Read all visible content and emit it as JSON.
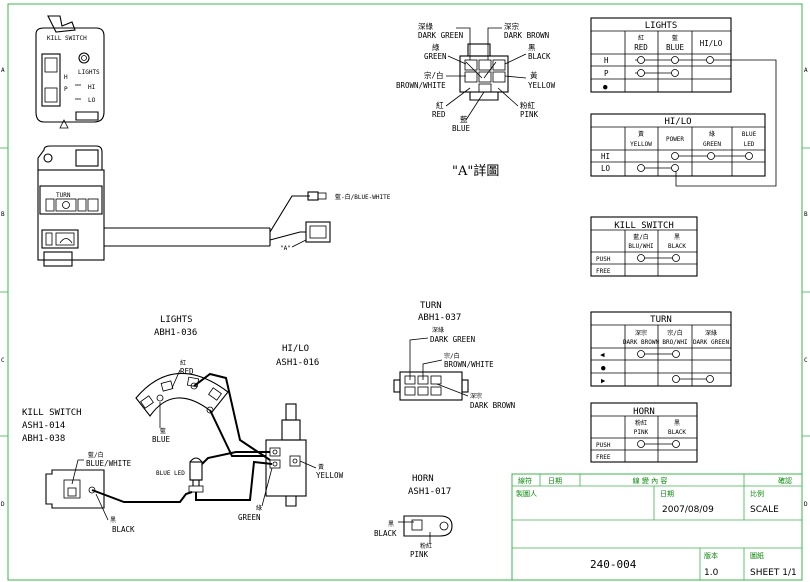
{
  "frame": {
    "left_markers": [
      "A",
      "B",
      "C",
      "D"
    ],
    "right_markers": [
      "A",
      "B",
      "C",
      "D"
    ]
  },
  "labels": {
    "kill_switch_top": "KILL SWITCH",
    "lights_side": "LIGHTS",
    "h": "H",
    "p": "P",
    "hi": "HI",
    "lo": "LO",
    "turn_top": "TURN",
    "blue_white_cn": "藍-白/BLUE-WHITE",
    "a_mark": "\"A\"",
    "a_detail": "\"A\"詳圖"
  },
  "connector_a": {
    "dark_green_cn": "深綠",
    "dark_green": "DARK GREEN",
    "dark_brown_cn": "深宗",
    "dark_brown": "DARK BROWN",
    "green_cn": "綠",
    "green": "GREEN",
    "black_cn": "黑",
    "black": "BLACK",
    "brown_white_cn": "宗/白",
    "brown_white": "BROWN/WHITE",
    "yellow_cn": "黃",
    "yellow": "YELLOW",
    "red_cn": "紅",
    "red": "RED",
    "pink_cn": "粉紅",
    "pink": "PINK",
    "blue_cn": "藍",
    "blue": "BLUE"
  },
  "tables": {
    "lights": {
      "title": "LIGHTS",
      "columns": [
        {
          "cn": "紅",
          "en": "RED"
        },
        {
          "cn": "藍",
          "en": "BLUE"
        },
        {
          "cn": "",
          "en": "HI/LO"
        }
      ],
      "rows": [
        "H",
        "P",
        "●"
      ]
    },
    "hilo": {
      "title": "HI/LO",
      "columns": [
        {
          "cn": "黃",
          "en": "YELLOW"
        },
        {
          "cn": "",
          "en": "POWER"
        },
        {
          "cn": "綠",
          "en": "GREEN"
        },
        {
          "cn": "BLUE",
          "en": "LED"
        }
      ],
      "rows": [
        "HI",
        "LO"
      ]
    },
    "kill": {
      "title": "KILL SWITCH",
      "columns": [
        {
          "cn": "藍/白",
          "en": "BLU/WHI"
        },
        {
          "cn": "黑",
          "en": "BLACK"
        }
      ],
      "rows": [
        "PUSH",
        "FREE"
      ]
    },
    "turn": {
      "title": "TURN",
      "columns": [
        {
          "cn": "深宗",
          "en": "DARK BROWN"
        },
        {
          "cn": "宗/白",
          "en": "BRO/WHI"
        },
        {
          "cn": "深綠",
          "en": "DARK GREEN"
        }
      ],
      "rows": [
        "◀",
        "●",
        "▶"
      ]
    },
    "horn": {
      "title": "HORN",
      "columns": [
        {
          "cn": "粉紅",
          "en": "PINK"
        },
        {
          "cn": "黑",
          "en": "BLACK"
        }
      ],
      "rows": [
        "PUSH",
        "FREE"
      ]
    }
  },
  "schematic": {
    "lights_title": "LIGHTS",
    "lights_code": "ABH1-036",
    "hilo_title": "HI/LO",
    "hilo_code": "ASH1-016",
    "turn_title": "TURN",
    "turn_code": "ABH1-037",
    "kill_title": "KILL SWITCH",
    "kill_code1": "ASH1-014",
    "kill_code2": "ABH1-038",
    "horn_title": "HORN",
    "horn_code": "ASH1-017",
    "red_cn": "紅",
    "red": "RED",
    "blue_cn": "藍",
    "blue": "BLUE",
    "yellow_cn": "黃",
    "yellow": "YELLOW",
    "green_cn": "綠",
    "green": "GREEN",
    "blue_led": "BLUE LED",
    "blue_white_cn": "藍/白",
    "blue_white": "BLUE/WHITE",
    "black_cn": "黑",
    "black": "BLACK",
    "dark_green_cn": "深綠",
    "dark_green": "DARK GREEN",
    "brown_white_cn": "宗/白",
    "brown_white": "BROWN/WHITE",
    "dark_brown_cn": "深宗",
    "dark_brown": "DARK BROWN",
    "horn_black_cn": "黑",
    "horn_black": "BLACK",
    "pink_cn": "粉紅",
    "pink": "PINK"
  },
  "title_block": {
    "h_version": "線符",
    "h_date": "日期",
    "h_content": "線 變 內 容",
    "h_confirm": "確認",
    "maker_label": "製圖人",
    "date_label": "日期",
    "date_value": "2007/08/09",
    "scale_label": "比例",
    "scale_value": "SCALE",
    "drawing_no": "240-004",
    "version_label": "版本",
    "version_value": "1.0",
    "sheet_label": "圖紙",
    "sheet_value": "SHEET 1/1"
  },
  "colors": {
    "frame": "#3cb44b",
    "ink": "#000000"
  }
}
